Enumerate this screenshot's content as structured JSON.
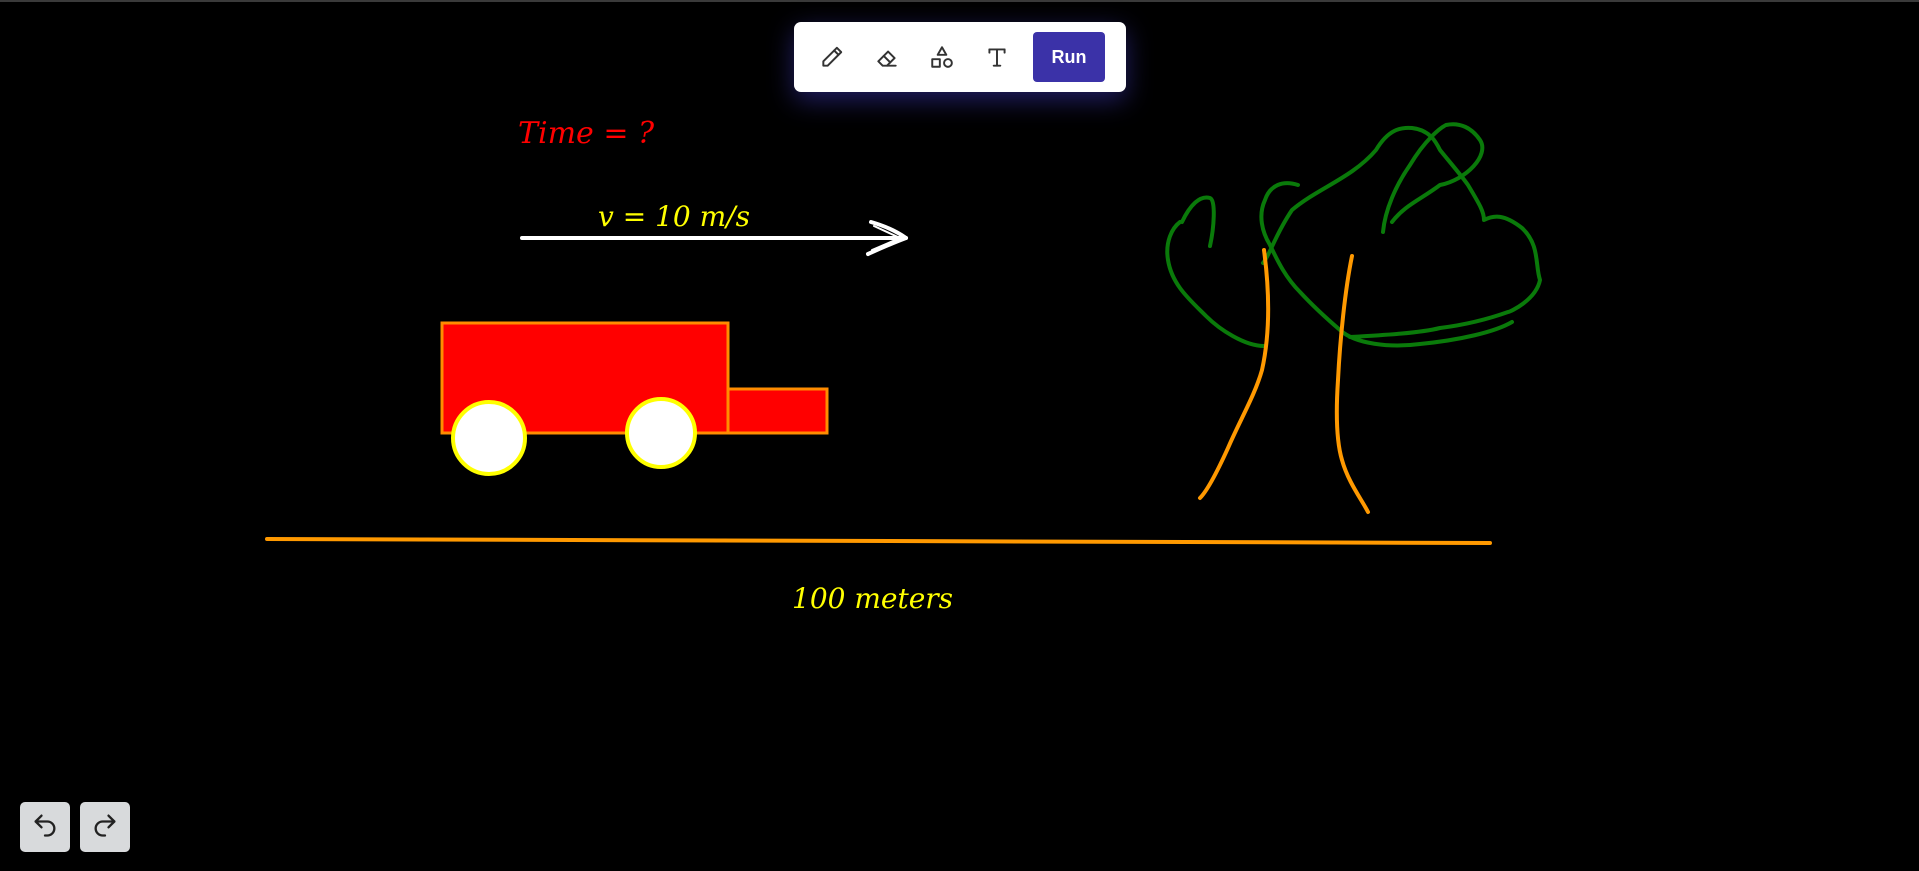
{
  "toolbar": {
    "tools": [
      {
        "name": "pencil-icon",
        "label": "Pencil"
      },
      {
        "name": "eraser-icon",
        "label": "Eraser"
      },
      {
        "name": "shapes-icon",
        "label": "Shapes"
      },
      {
        "name": "text-icon",
        "label": "Text"
      }
    ],
    "run_label": "Run",
    "run_color": "#3b32a8"
  },
  "canvas": {
    "time_text": "Time = ?",
    "time_color": "#ff0000",
    "velocity_text": "v = 10 m/s",
    "velocity_color": "#ffff00",
    "distance_text": "100 meters",
    "distance_color": "#ffff00",
    "colors": {
      "background": "#000000",
      "truck_body": "#ff0000",
      "truck_outline": "#ff8c00",
      "wheel_fill": "#ffffff",
      "wheel_outline": "#ffff00",
      "ground": "#ff9900",
      "arrow": "#ffffff",
      "tree_canopy": "#0a7a0a",
      "tree_trunk": "#ff9900"
    }
  },
  "history": {
    "undo_icon": "undo-icon",
    "redo_icon": "redo-icon"
  }
}
